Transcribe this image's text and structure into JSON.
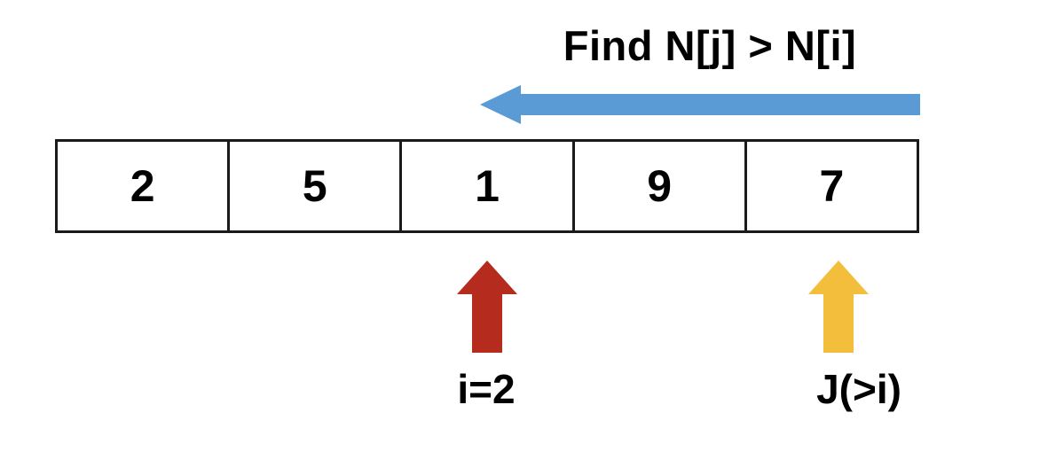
{
  "diagram": {
    "title": "Find N[j] > N[i]",
    "colors": {
      "scan_arrow": "#5B9BD5",
      "pointer_i": "#B52B1E",
      "pointer_j": "#F2BE3C",
      "border": "#1A1A1A",
      "text": "#000000",
      "background": "#FFFFFF"
    },
    "array": {
      "name": "N",
      "cells": [
        {
          "index": 0,
          "value": "2"
        },
        {
          "index": 1,
          "value": "5"
        },
        {
          "index": 2,
          "value": "1"
        },
        {
          "index": 3,
          "value": "9"
        },
        {
          "index": 4,
          "value": "7"
        }
      ]
    },
    "scan_arrow": {
      "direction": "left",
      "icon": "left-arrow-icon"
    },
    "pointers": [
      {
        "id": "i",
        "label": "i=2",
        "points_to_index": 2,
        "color": "#B52B1E",
        "icon": "up-arrow-icon"
      },
      {
        "id": "j",
        "label": "J(>i)",
        "points_to_index": 4,
        "color": "#F2BE3C",
        "icon": "up-arrow-icon"
      }
    ]
  }
}
